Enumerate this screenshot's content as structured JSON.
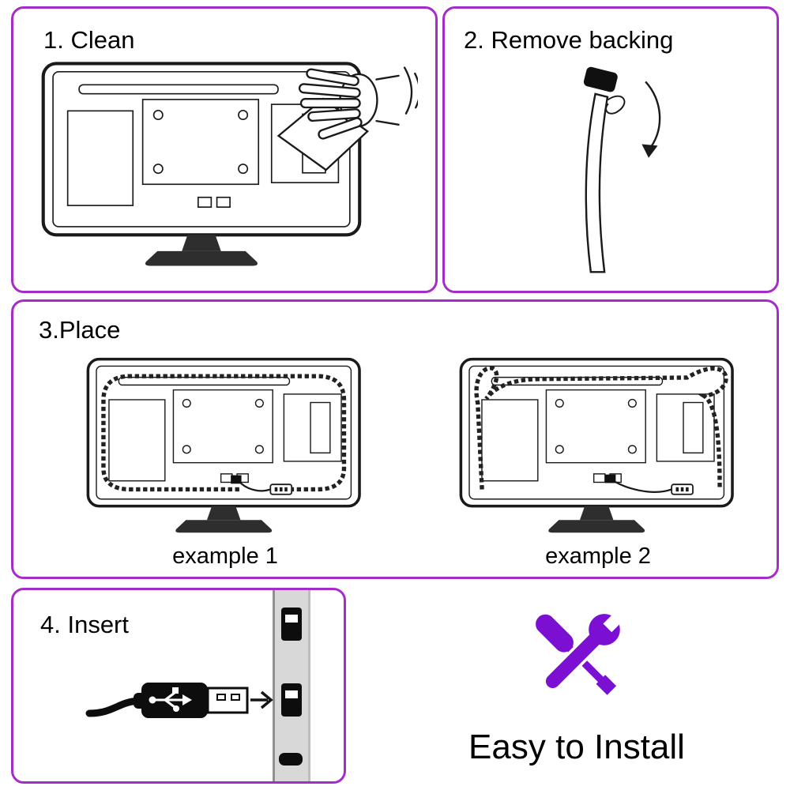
{
  "colors": {
    "accent": "#a62cc9",
    "tool": "#7b0fd2",
    "ink": "#141414",
    "metal_gray": "#d8d8d8"
  },
  "icons": {
    "hand_wipe": "hand-wipe-icon (line-art hand with cloth)",
    "led_strip_peel": "led-strip-peel-icon (strip with backing and curved arrow)",
    "usb_plug": "usb-plug-icon (black USB plug with trident logo)",
    "insert_arrow": "arrow-right-icon",
    "tools": "screwdriver-wrench-icon"
  },
  "steps": {
    "step1": {
      "title": "1. Clean"
    },
    "step2": {
      "title": "2. Remove backing"
    },
    "step3": {
      "title": "3.Place",
      "examples": [
        {
          "caption": "example 1"
        },
        {
          "caption": "example 2"
        }
      ]
    },
    "step4": {
      "title": "4. Insert"
    }
  },
  "footer": {
    "tagline": "Easy to Install"
  }
}
